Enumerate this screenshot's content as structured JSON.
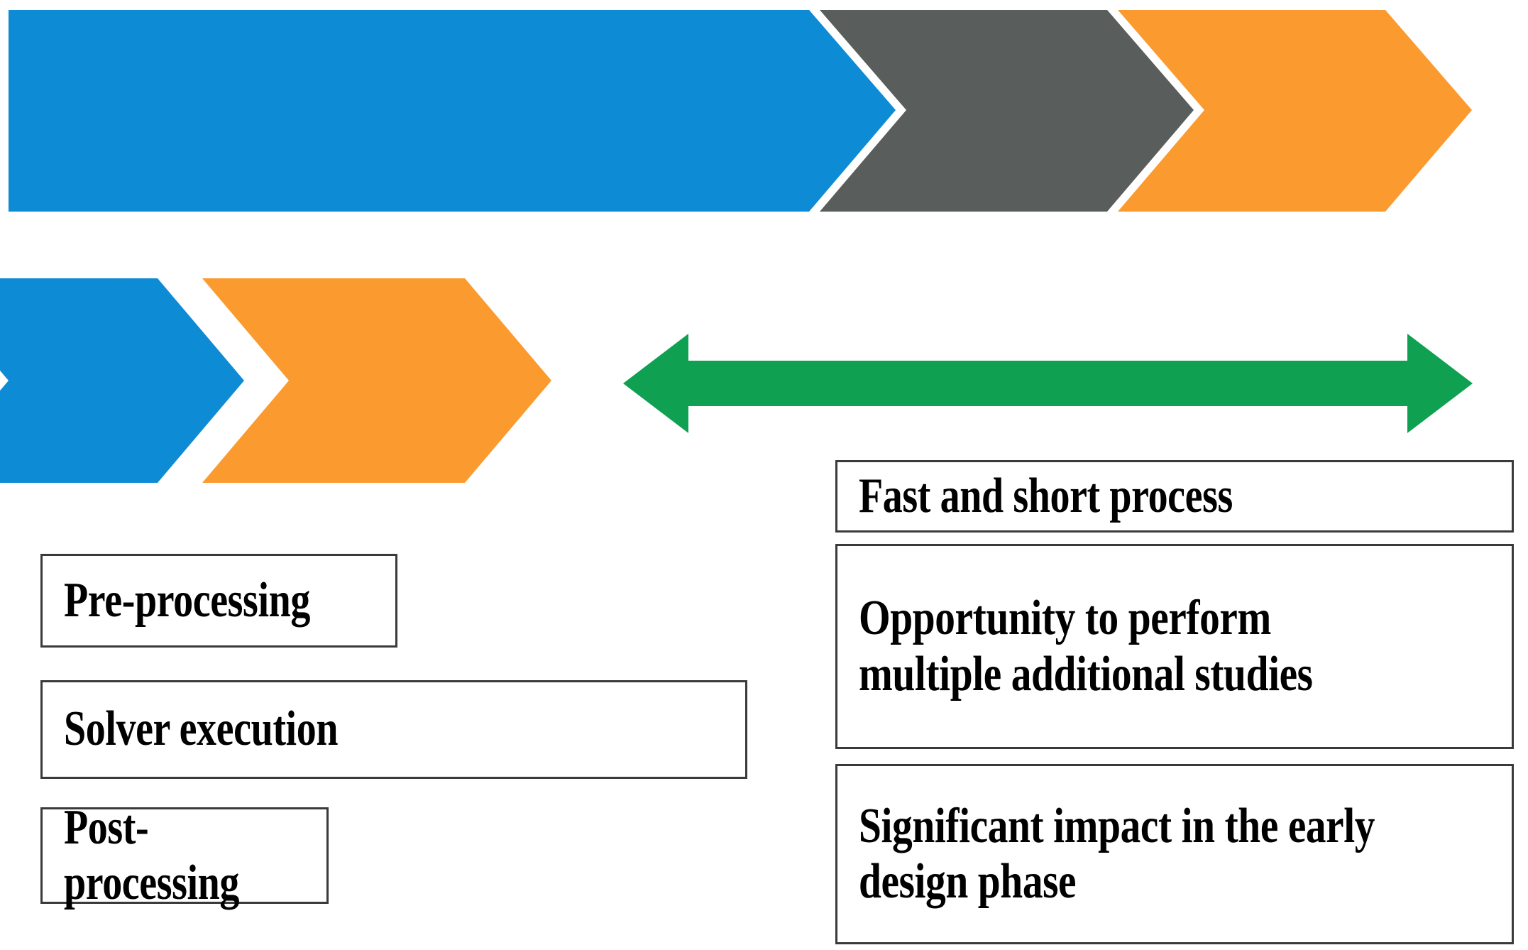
{
  "diagram": {
    "title_semantic": "CFD simulation process comparison",
    "background_color": "#ffffff",
    "palette": {
      "blue": "#0E8BD5",
      "orange": "#FB9A2E",
      "grey": "#595D5C",
      "green": "#0FA052",
      "box_border": "#3a3a3a",
      "box_fill": "#ffffff",
      "text": "#000000",
      "gap": "#ffffff"
    }
  },
  "top_band": {
    "name": "long-process-chevron-band",
    "segments": [
      {
        "label": "",
        "color_key": "blue",
        "semantic": "pre-processing-segment"
      },
      {
        "label": "",
        "color_key": "grey",
        "semantic": "solver-execution-segment"
      },
      {
        "label": "",
        "color_key": "orange",
        "semantic": "post-processing-segment"
      }
    ]
  },
  "bottom_band": {
    "name": "short-process-chevron-band",
    "segments": [
      {
        "label": "",
        "color_key": "blue",
        "semantic": "pre-processing-segment"
      },
      {
        "label": "",
        "color_key": "orange",
        "semantic": "post-processing-segment"
      }
    ]
  },
  "time_saved_arrow": {
    "name": "double-headed-arrow",
    "label": "",
    "color_key": "green",
    "direction": "both"
  },
  "left_legend": {
    "name": "process-stage-legend",
    "items": [
      {
        "label": "Pre-processing"
      },
      {
        "label": "Solver execution"
      },
      {
        "label": "Post-processing"
      }
    ]
  },
  "right_benefits": {
    "name": "benefits-callouts",
    "items": [
      {
        "label": "Fast and short process"
      },
      {
        "label": "Opportunity to perform\nmultiple additional studies"
      },
      {
        "label": "Significant impact in the early\ndesign phase"
      }
    ]
  }
}
